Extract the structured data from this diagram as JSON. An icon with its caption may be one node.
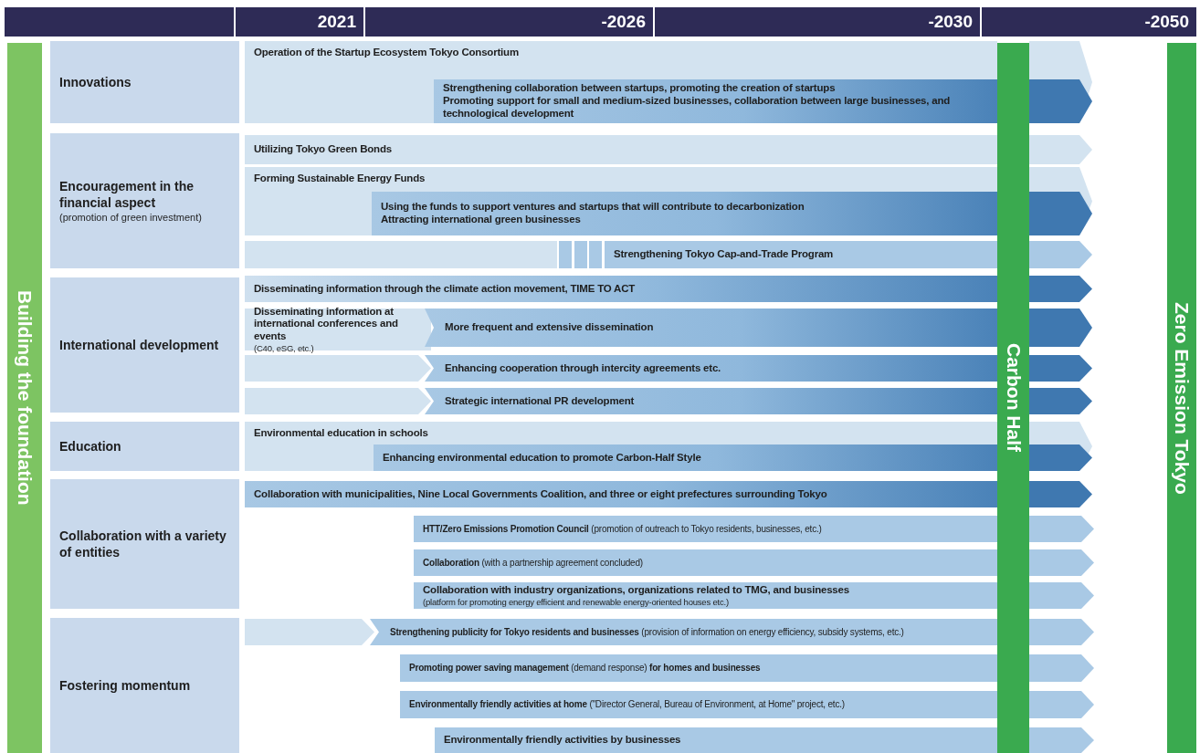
{
  "diagram": {
    "nodes": [
      {
        "text": [],
        "shape": "box"
      },
      {
        "text": [
          "2021"
        ]
      },
      {
        "text": [
          "-2026"
        ]
      },
      {
        "text": [
          "-2030"
        ]
      },
      {
        "text": [
          "-2050"
        ]
      },
      {
        "text": [
          "Building the foundation"
        ]
      },
      {
        "text": [
          "Innovations"
        ]
      },
      {
        "text": [
          "Operation of the Startup Ecosystem Tokyo Consortium"
        ]
      },
      {
        "text": [
          "Strengthening collaboration between startups, promoting the creation of startups",
          "Promoting support for small and medium-sized businesses, collaboration between large businesses, and technological development"
        ],
        "in": 7
      },
      {
        "text": [
          "Encouragement in the financial aspect",
          "(promotion of green investment)"
        ]
      },
      {
        "text": [
          "Utilizing Tokyo Green Bonds"
        ]
      },
      {
        "text": [
          "Forming Sustainable Energy Funds"
        ]
      },
      {
        "text": [
          "Using the funds to support ventures and startups that will contribute to decarbonization",
          "Attracting international green businesses"
        ],
        "in": 11
      },
      {
        "text": [],
        "shape": "bar"
      },
      {
        "text": [
          "Strengthening Tokyo Cap-and-Trade Program"
        ]
      },
      {
        "text": [
          "International development"
        ]
      },
      {
        "text": [
          "Disseminating information through the climate action movement, TIME TO ACT"
        ]
      },
      {
        "text": [
          "Disseminating information at international conferences and events",
          "(C40, eSG, etc.)"
        ]
      },
      {
        "text": [
          "More frequent and extensive dissemination"
        ]
      },
      {
        "text": [],
        "shape": "bar"
      },
      {
        "text": [
          "Enhancing cooperation through intercity agreements etc."
        ]
      },
      {
        "text": [],
        "shape": "bar"
      },
      {
        "text": [
          "Strategic international PR development"
        ]
      },
      {
        "text": [
          "Education"
        ]
      },
      {
        "text": [
          "Environmental education in schools"
        ]
      },
      {
        "text": [
          "Enhancing environmental education to promote Carbon-Half Style"
        ],
        "in": 24
      },
      {
        "text": [
          "Collaboration with a variety of entities"
        ]
      },
      {
        "text": [
          "Collaboration with municipalities, Nine Local Governments Coalition, and three or eight prefectures surrounding Tokyo"
        ]
      },
      {
        "text": [
          "**HTT/Zero Emissions Promotion Council** (promotion of outreach to Tokyo residents, businesses, etc.)"
        ]
      },
      {
        "text": [
          "**Collaboration** (with a partnership agreement concluded)"
        ]
      },
      {
        "text": [
          "Collaboration with industry organizations, organizations related to TMG, and businesses",
          "(platform for promoting energy efficient and renewable energy-oriented houses etc.)"
        ]
      },
      {
        "text": [
          "Fostering momentum"
        ]
      },
      {
        "text": [],
        "shape": "bar"
      },
      {
        "text": [
          "**Strengthening publicity for Tokyo residents and businesses** (provision of information on energy efficiency, subsidy systems, etc.)"
        ]
      },
      {
        "text": [
          "**Promoting power saving management** (demand response) **for homes and businesses**"
        ]
      },
      {
        "text": [
          "**Environmentally friendly activities at home** (\"Director General, Bureau of Environment, at Home\" project, etc.)"
        ]
      },
      {
        "text": [
          "Environmentally friendly activities by businesses"
        ]
      },
      {
        "text": [
          "Carbon Half"
        ]
      },
      {
        "text": [
          "Zero Emission Tokyo"
        ]
      }
    ]
  }
}
